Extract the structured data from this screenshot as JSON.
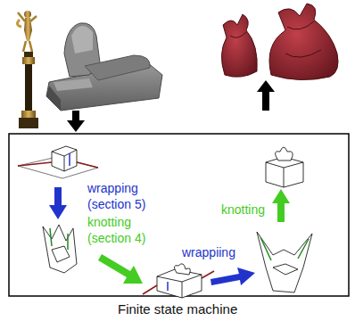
{
  "diagram": {
    "caption": "Finite state machine",
    "labels": [
      "wrapping (section 5)",
      "knotting (section 4)",
      "wrappiing",
      "knotting"
    ]
  }
}
